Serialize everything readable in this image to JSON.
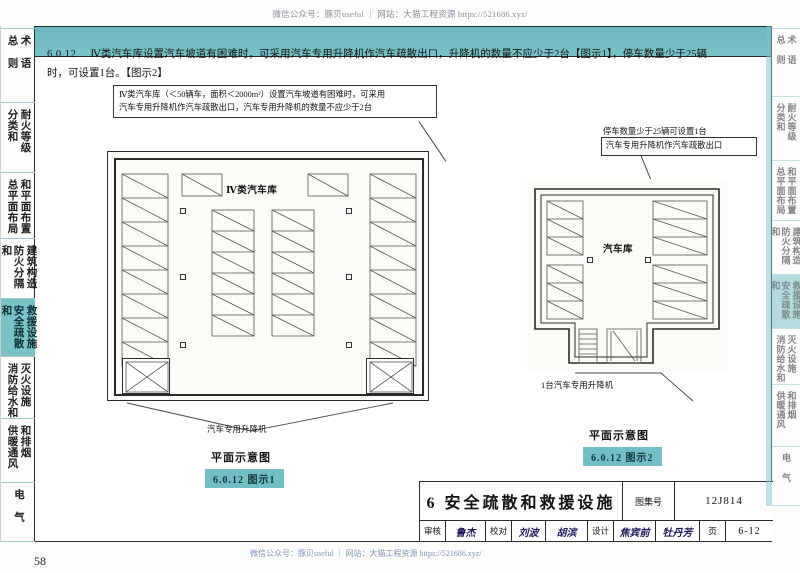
{
  "watermark": {
    "top": "微信公众号：豚贝useful ｜ 网站：大猫工程资源 https://521686.xyz/",
    "bottom": "微信公众号：豚贝useful ｜ 网站：大猫工程资源 https://521686.xyz/"
  },
  "sidebar": {
    "items": [
      {
        "label": "总则 术语",
        "lines": [
          "术 语",
          "总 则"
        ],
        "active": false
      },
      {
        "label": "耐火等级和分类",
        "lines": [
          "耐火等级",
          "分类和"
        ],
        "active": false
      },
      {
        "label": "总平面布局和平面布置",
        "lines": [
          "和平面布置",
          "总平面布局"
        ],
        "active": false
      },
      {
        "label": "建筑构造和防火分隔",
        "lines": [
          "建筑构造",
          "防火分隔和"
        ],
        "active": false
      },
      {
        "label": "安全疏散和救援设施",
        "lines": [
          "救援设施",
          "安全疏散和"
        ],
        "active": true
      },
      {
        "label": "消防给水和灭火设施",
        "lines": [
          "灭火设施",
          "消防给水和"
        ],
        "active": false
      },
      {
        "label": "供暖通风和排烟",
        "lines": [
          "和排烟",
          "供暖通风"
        ],
        "active": false
      },
      {
        "label": "电气",
        "lines": [
          "电 气"
        ],
        "active": false
      }
    ]
  },
  "clause": {
    "number": "6.0.12",
    "text": "Ⅳ类汽车库设置汽车坡道有困难时，可采用汽车专用升降机作汽车疏散出口，升降机的数量不应少于2台【图示1】，停车数量少于25辆时，可设置1台。【图示2】"
  },
  "figure_left": {
    "callout": "Ⅳ类汽车库（＜50辆车，面积＜2000m²）设置汽车坡道有困难时，可采用\n汽车专用升降机作汽车疏散出口，汽车专用升降机的数量不应少于2台",
    "room_label": "Ⅳ类汽车库",
    "leader_label": "汽车专用升降机",
    "title": "平面示意图",
    "tag": "6.0.12 图示1"
  },
  "figure_right": {
    "callout_1": "停车数量少于25辆可设置1台",
    "callout_2": "汽车专用升降机作汽车疏散出口",
    "room_label": "汽车库",
    "leader_label": "1台汽车专用升降机",
    "title": "平面示意图",
    "tag": "6.0.12 图示2"
  },
  "titleblock": {
    "title": "6 安全疏散和救援设施",
    "atlas_key": "图集号",
    "atlas_value": "12J814",
    "page_key": "页",
    "page_value": "6-12",
    "signatures": [
      {
        "key": "审核",
        "value": "鲁杰"
      },
      {
        "key": "校对",
        "value": "刘波"
      },
      {
        "key": "",
        "value": "胡滨"
      },
      {
        "key": "设计",
        "value": "焦宾前"
      },
      {
        "key": "",
        "value": "牡丹芳"
      }
    ]
  },
  "page_number": "58",
  "colors": {
    "teal": "#79c2c7",
    "tag_bg": "#73bec5",
    "ink": "#2a2a2a"
  }
}
